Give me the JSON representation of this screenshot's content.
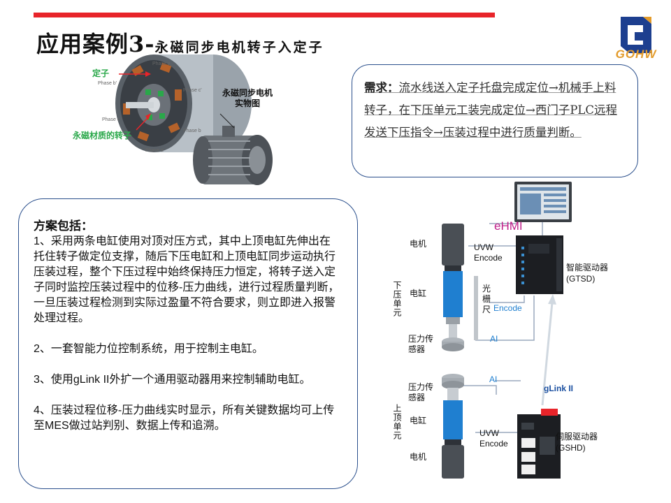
{
  "header": {
    "title_main": "应用案例3-",
    "title_sub": "永磁同步电机转子入定子",
    "logo_text": "GOHW"
  },
  "motor_figure": {
    "stator_label": "定子",
    "rotor_label": "永磁材质的转子",
    "photo_label": "永磁同步电机实物图",
    "phase_labels": [
      "Phase a",
      "Phase b'",
      "Phase c'",
      "Phase c",
      "Phase b",
      "Phase a'"
    ]
  },
  "requirement": {
    "label": "需求：",
    "text": "流水线送入定子托盘完成定位→机械手上料转子，在下压单元工装完成定位→西门子PLC远程发送下压指令→压装过程中进行质量判断。"
  },
  "plan": {
    "heading": "方案包括：",
    "items": [
      "1、采用两条电缸使用对顶对压方式，其中上顶电缸先伸出在托住转子做定位支撑，随后下压电缸和上顶电缸同步运动执行压装过程，整个下压过程中始终保持压力恒定，将转子送入定子同时监控压装过程中的位移-压力曲线，进行过程质量判断，一旦压装过程检测到实际过盈量不符合要求，则立即进入报警处理过程。",
      "2、一套智能力位控制系统，用于控制主电缸。",
      "3、使用gLink II外扩一个通用驱动器用来控制辅助电缸。",
      "4、压装过程位移-压力曲线实时显示，所有关键数据均可上传至MES做过站判别、数据上传和追溯。"
    ]
  },
  "system_diagram": {
    "ehmi": "eHMI",
    "lower_unit": "下压单元",
    "upper_unit": "上顶单元",
    "motor": "电机",
    "cylinder": "电缸",
    "sensor": "压力传感器",
    "uvw_encode": "UVW Encode",
    "grating": "光栅尺",
    "encode": "Encode",
    "ai": "AI",
    "glink": "gLink II",
    "gtsd_name": "智能驱动器",
    "gtsd_code": "(GTSD)",
    "gshd_name": "伺服驱动器",
    "gshd_code": "(GSHD)"
  },
  "colors": {
    "accent_red": "#e8242a",
    "box_border": "#2a4f8c",
    "logo_blue": "#1d3f8f",
    "logo_orange": "#e39b2a",
    "cylinder_blue": "#1f7fd0",
    "ehmi_magenta": "#c0208a",
    "glink_blue": "#1a4fa0"
  }
}
